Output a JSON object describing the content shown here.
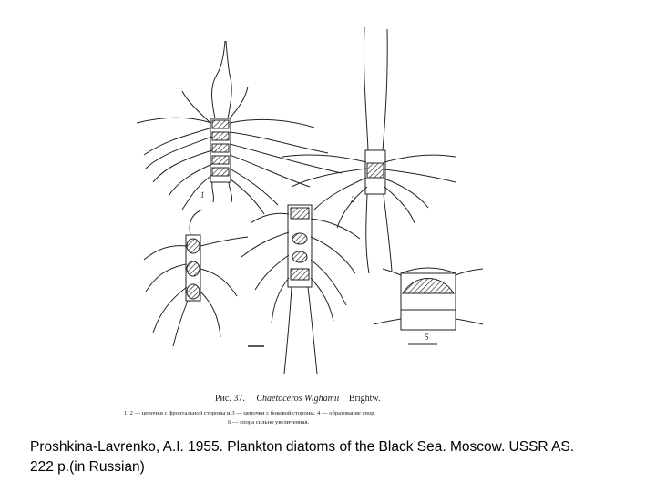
{
  "figure": {
    "title_prefix": "Рис. 37.",
    "species": "Chaetoceros Wighamii",
    "author": "Brightw.",
    "legend_line1": "1, 2 — цепочки с фронтальной стороны и 3 — цепочки с боковой стороны, 4 — образование спор,",
    "legend_line2": "6 — спора сильно увеличенная.",
    "labels": [
      "1",
      "2",
      "5"
    ]
  },
  "caption": {
    "line1": "Proshkina-Lavrenko, A.I. 1955. Plankton diatoms of the Black Sea. Moscow. USSR AS.",
    "line2": "222 p.(in Russian)"
  }
}
